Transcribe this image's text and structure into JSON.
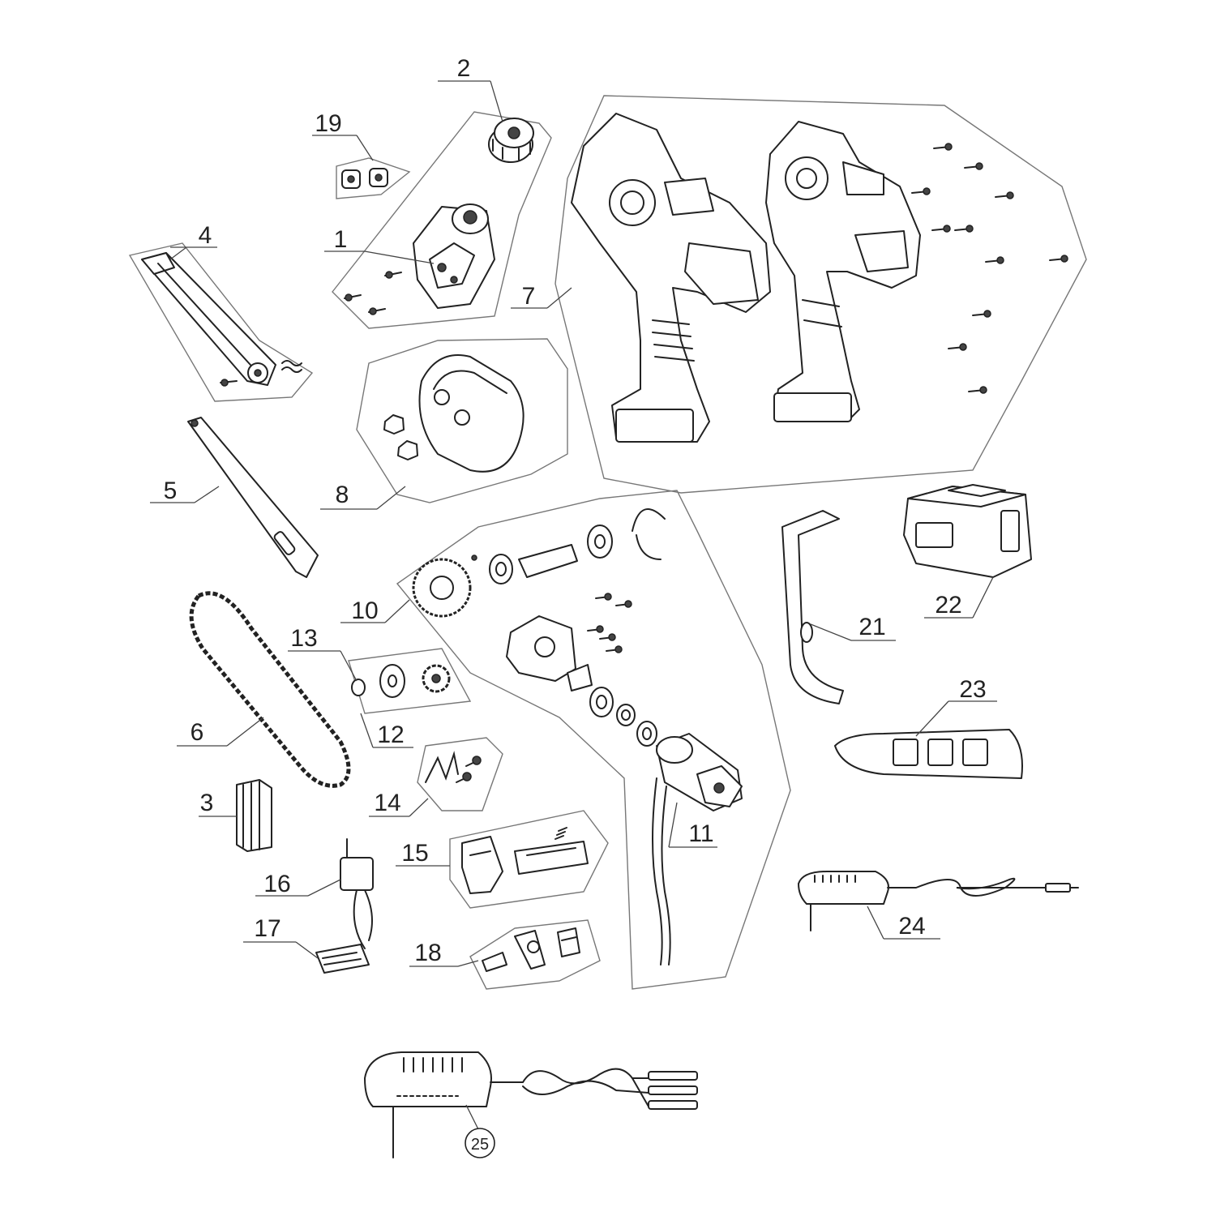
{
  "parts": [
    {
      "id": "p1",
      "label": "1"
    },
    {
      "id": "p2",
      "label": "2"
    },
    {
      "id": "p3",
      "label": "3"
    },
    {
      "id": "p4",
      "label": "4"
    },
    {
      "id": "p5",
      "label": "5"
    },
    {
      "id": "p6",
      "label": "6"
    },
    {
      "id": "p7",
      "label": "7"
    },
    {
      "id": "p8",
      "label": "8"
    },
    {
      "id": "p10",
      "label": "10"
    },
    {
      "id": "p11",
      "label": "11"
    },
    {
      "id": "p12",
      "label": "12"
    },
    {
      "id": "p13",
      "label": "13"
    },
    {
      "id": "p14",
      "label": "14"
    },
    {
      "id": "p15",
      "label": "15"
    },
    {
      "id": "p16",
      "label": "16"
    },
    {
      "id": "p17",
      "label": "17"
    },
    {
      "id": "p18",
      "label": "18"
    },
    {
      "id": "p19",
      "label": "19"
    },
    {
      "id": "p21",
      "label": "21"
    },
    {
      "id": "p22",
      "label": "22"
    },
    {
      "id": "p23",
      "label": "23"
    },
    {
      "id": "p24",
      "label": "24"
    },
    {
      "id": "p25",
      "label": "25"
    }
  ]
}
